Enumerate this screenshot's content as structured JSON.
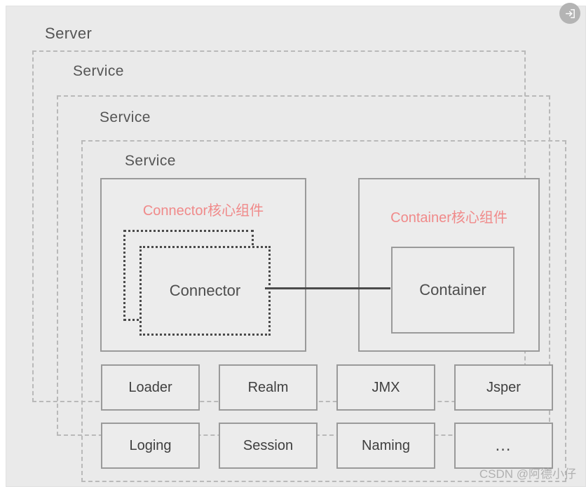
{
  "diagram": {
    "title": "Server",
    "server_label": "Server",
    "services": [
      {
        "label": "Service"
      },
      {
        "label": "Service"
      },
      {
        "label": "Service"
      }
    ],
    "connector_panel": {
      "title": "Connector核心组件",
      "title_color": "#f08a8a",
      "node_label": "Connector"
    },
    "container_panel": {
      "title": "Container核心组件",
      "title_color": "#f08a8a",
      "node_label": "Container"
    },
    "components": [
      {
        "label": "Loader"
      },
      {
        "label": "Realm"
      },
      {
        "label": "JMX"
      },
      {
        "label": "Jsper"
      },
      {
        "label": "Loging"
      },
      {
        "label": "Session"
      },
      {
        "label": "Naming"
      },
      {
        "label": "…"
      }
    ]
  },
  "badge": {
    "icon": "enter-arrow-icon",
    "color": "#b4b4b4"
  },
  "watermark": {
    "text": "CSDN @阿德小仔"
  },
  "colors": {
    "background": "#eaeaea",
    "panel_fill": "#ececec",
    "panel_border": "#9a9a9a",
    "dashed_border": "#b9b9b9",
    "dotted_border": "#4a4a4a",
    "text": "#4d4d4d",
    "accent_red": "#f08a8a",
    "watermark": "#b0b0b0"
  }
}
